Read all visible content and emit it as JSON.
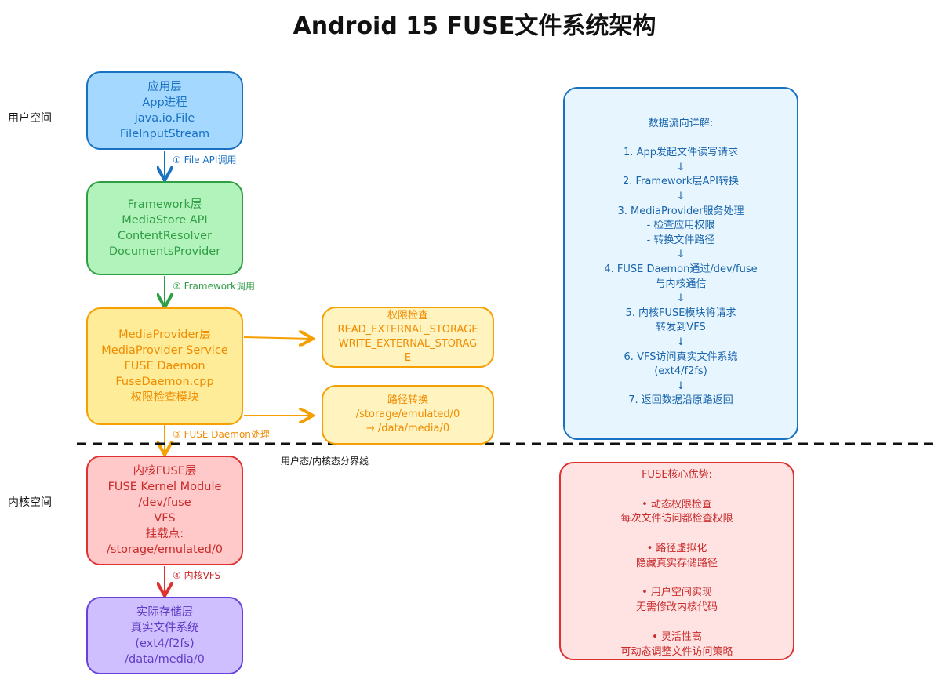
{
  "title": "Android 15 FUSE文件系统架构",
  "regions": {
    "user_space": "用户空间",
    "kernel_space": "内核空间",
    "boundary": "用户态/内核态分界线"
  },
  "nodes": {
    "app": [
      "应用层",
      "App进程",
      "java.io.File",
      "FileInputStream"
    ],
    "framework": [
      "Framework层",
      "MediaStore API",
      "ContentResolver",
      "DocumentsProvider"
    ],
    "mediaprovider": [
      "MediaProvider层",
      "MediaProvider Service",
      "FUSE Daemon",
      "FuseDaemon.cpp",
      "权限检查模块"
    ],
    "permission_check": [
      "权限检查",
      "READ_EXTERNAL_STORAGE",
      "WRITE_EXTERNAL_STORAG",
      "E"
    ],
    "path_convert": [
      "路径转换",
      "/storage/emulated/0",
      "→ /data/media/0"
    ],
    "kernel_fuse": [
      "内核FUSE层",
      "FUSE Kernel Module",
      "/dev/fuse",
      "VFS",
      "挂载点:",
      "/storage/emulated/0"
    ],
    "storage": [
      "实际存储层",
      "真实文件系统",
      "(ext4/f2fs)",
      "/data/media/0"
    ]
  },
  "edges": {
    "e1": "① File API调用",
    "e2": "② Framework调用",
    "e3": "③ FUSE Daemon处理",
    "e4": "④ 内核VFS"
  },
  "data_flow": [
    "数据流向详解:",
    "",
    "1. App发起文件读写请求",
    "↓",
    "2. Framework层API转换",
    "↓",
    "3. MediaProvider服务处理",
    "- 检查应用权限",
    "- 转换文件路径",
    "↓",
    "4. FUSE Daemon通过/dev/fuse",
    "与内核通信",
    "↓",
    "5. 内核FUSE模块将请求",
    "转发到VFS",
    "↓",
    "6. VFS访问真实文件系统",
    "(ext4/f2fs)",
    "↓",
    "7. 返回数据沿原路返回"
  ],
  "advantages": [
    "FUSE核心优势:",
    "",
    "• 动态权限检查",
    "每次文件访问都检查权限",
    "",
    "• 路径虚拟化",
    "隐藏真实存储路径",
    "",
    "• 用户空间实现",
    "无需修改内核代码",
    "",
    "• 灵活性高",
    "可动态调整文件访问策略"
  ],
  "colors": {
    "blue": "#1971c2",
    "green": "#2f9e44",
    "orange": "#f59f00",
    "red": "#e03131",
    "purple": "#6741d9"
  }
}
